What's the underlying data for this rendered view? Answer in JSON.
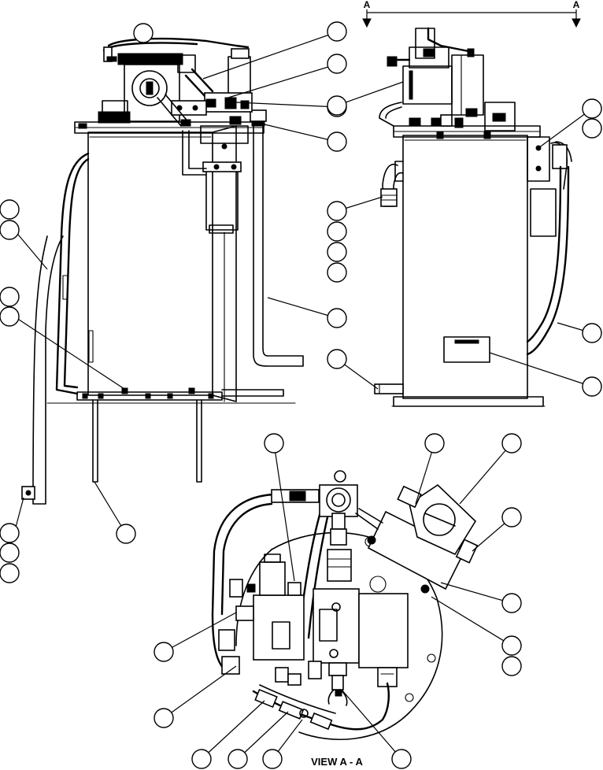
{
  "section_marks": {
    "left": "A",
    "right": "A"
  },
  "view_caption": "VIEW A - A"
}
